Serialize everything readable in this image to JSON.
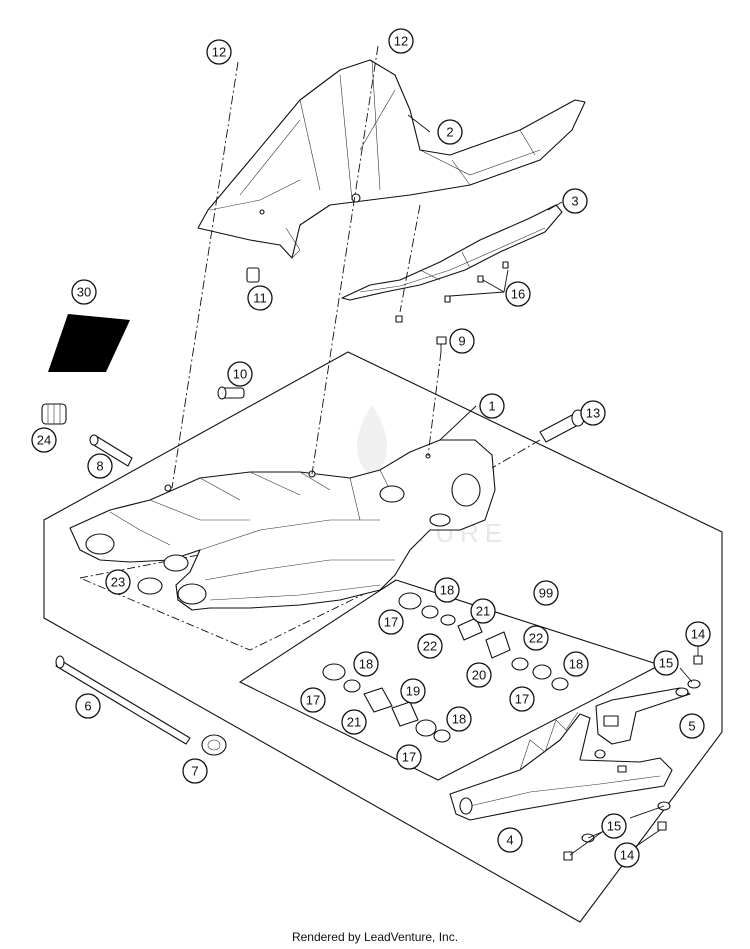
{
  "diagram": {
    "callouts": {
      "c1": "1",
      "c2": "2",
      "c3": "3",
      "c4": "4",
      "c5": "5",
      "c6": "6",
      "c7": "7",
      "c8": "8",
      "c9": "9",
      "c10": "10",
      "c11": "11",
      "c12a": "12",
      "c12b": "12",
      "c13": "13",
      "c14a": "14",
      "c14b": "14",
      "c15a": "15",
      "c15b": "15",
      "c16": "16",
      "c17a": "17",
      "c17b": "17",
      "c17c": "17",
      "c17d": "17",
      "c18a": "18",
      "c18b": "18",
      "c18c": "18",
      "c18d": "18",
      "c19": "19",
      "c20": "20",
      "c21a": "21",
      "c21b": "21",
      "c22a": "22",
      "c22b": "22",
      "c23": "23",
      "c24": "24",
      "c30": "30",
      "c99": "99"
    },
    "watermark": "LEADVENTURE"
  },
  "footer": {
    "credit": "Rendered by LeadVenture, Inc."
  }
}
